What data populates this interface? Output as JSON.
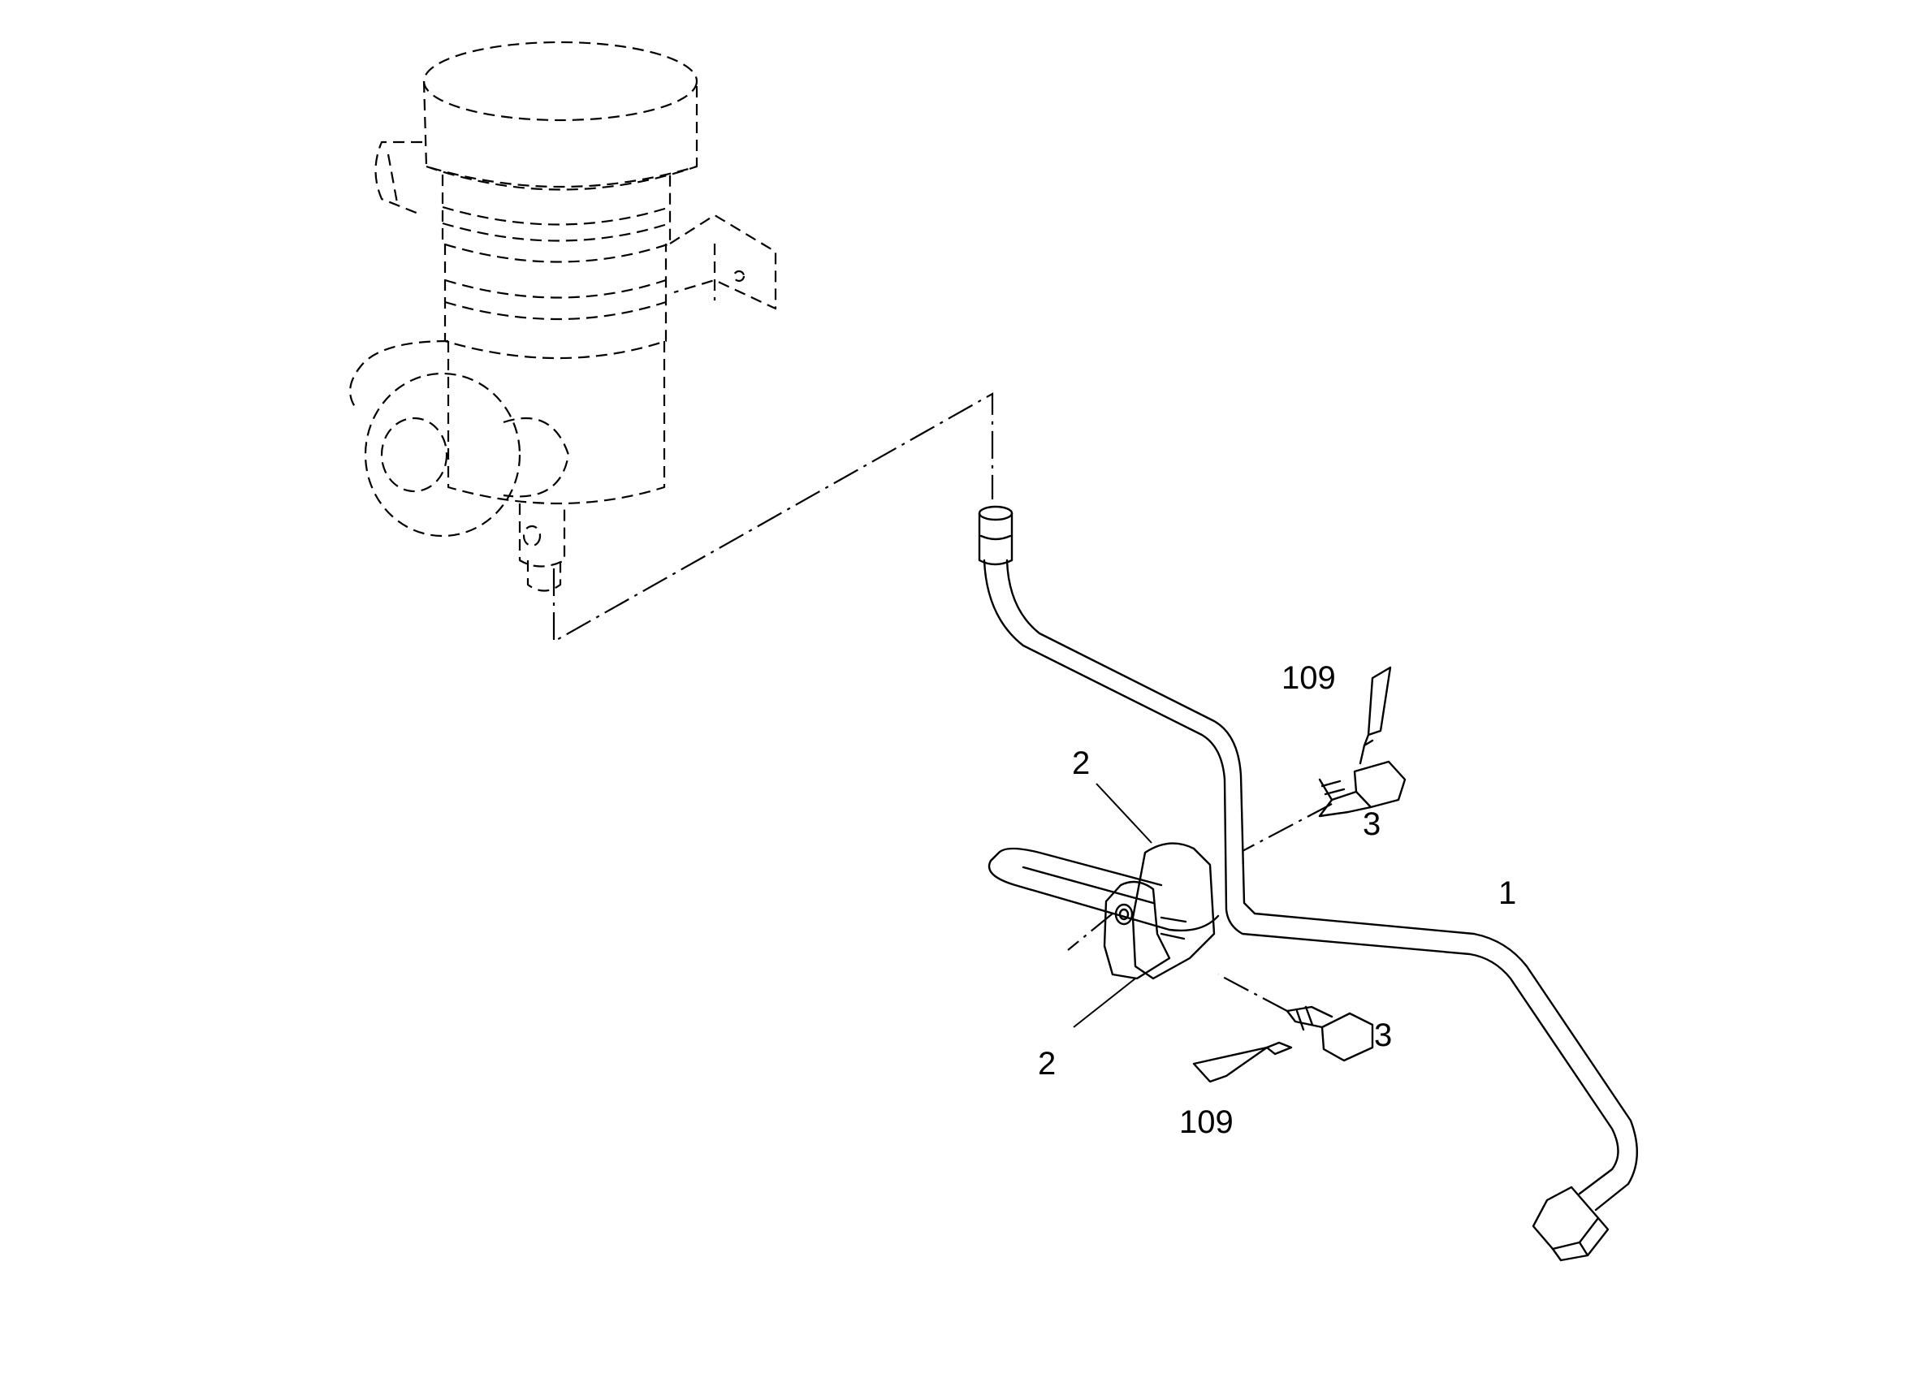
{
  "diagram": {
    "callouts": [
      {
        "id": "pipe",
        "label": "1"
      },
      {
        "id": "clamp-upper",
        "label": "2"
      },
      {
        "id": "clamp-lower",
        "label": "2"
      },
      {
        "id": "screw-upper",
        "label": "3"
      },
      {
        "id": "screw-lower",
        "label": "3"
      },
      {
        "id": "sealant-upper",
        "label": "109"
      },
      {
        "id": "sealant-lower",
        "label": "109"
      }
    ]
  }
}
